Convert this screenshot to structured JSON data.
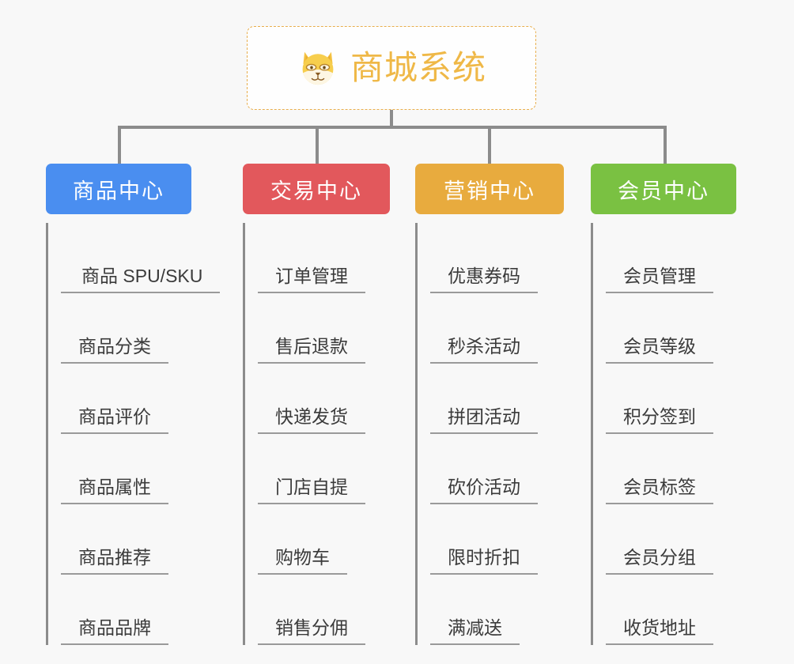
{
  "root": {
    "title": "商城系统",
    "icon": "shiba-dog-face-emoji",
    "border_color": "#e8ae4c",
    "text_color": "#efb847"
  },
  "branches": [
    {
      "id": "product-center",
      "label": "商品中心",
      "color": "#4a8ef0",
      "items": [
        {
          "label": "商品 SPU/SKU"
        },
        {
          "label": "商品分类"
        },
        {
          "label": "商品评价"
        },
        {
          "label": "商品属性"
        },
        {
          "label": "商品推荐"
        },
        {
          "label": "商品品牌"
        }
      ]
    },
    {
      "id": "trade-center",
      "label": "交易中心",
      "color": "#e2585c",
      "items": [
        {
          "label": "订单管理"
        },
        {
          "label": "售后退款"
        },
        {
          "label": "快递发货"
        },
        {
          "label": "门店自提"
        },
        {
          "label": "购物车"
        },
        {
          "label": "销售分佣"
        }
      ]
    },
    {
      "id": "marketing-center",
      "label": "营销中心",
      "color": "#e8ab3e",
      "items": [
        {
          "label": "优惠券码"
        },
        {
          "label": "秒杀活动"
        },
        {
          "label": "拼团活动"
        },
        {
          "label": "砍价活动"
        },
        {
          "label": "限时折扣"
        },
        {
          "label": "满减送"
        }
      ]
    },
    {
      "id": "member-center",
      "label": "会员中心",
      "color": "#7ac142",
      "items": [
        {
          "label": "会员管理"
        },
        {
          "label": "会员等级"
        },
        {
          "label": "积分签到"
        },
        {
          "label": "会员标签"
        },
        {
          "label": "会员分组"
        },
        {
          "label": "收货地址"
        }
      ]
    }
  ],
  "theme": {
    "background": "#f8f8f8",
    "connector_color": "#8c8c8c",
    "leaf_text_color": "#3b3b3b",
    "leaf_underline_color": "#9a9a9a"
  }
}
